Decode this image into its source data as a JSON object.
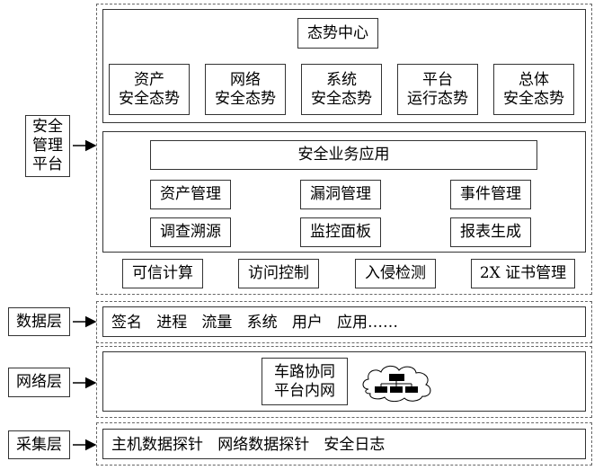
{
  "layers": {
    "security_platform": "安全\n管理\n平台",
    "data": "数据层",
    "network": "网络层",
    "collection": "采集层"
  },
  "situation_center": {
    "title": "态势中心",
    "items": [
      "资产\n安全态势",
      "网络\n安全态势",
      "系统\n安全态势",
      "平台\n运行态势",
      "总体\n安全态势"
    ]
  },
  "business_app": {
    "title": "安全业务应用",
    "items": [
      "资产管理",
      "漏洞管理",
      "事件管理",
      "调查溯源",
      "监控面板",
      "报表生成"
    ]
  },
  "base_services": [
    "可信计算",
    "访问控制",
    "入侵检测",
    "2X 证书管理"
  ],
  "data_layer_text": "签名   进程   流量   系统   用户   应用……",
  "network_layer": {
    "label": "车路协同\n平台内网",
    "icon": "cloud-network-icon"
  },
  "collection_layer_text": "主机数据探针   网络数据探针   安全日志"
}
